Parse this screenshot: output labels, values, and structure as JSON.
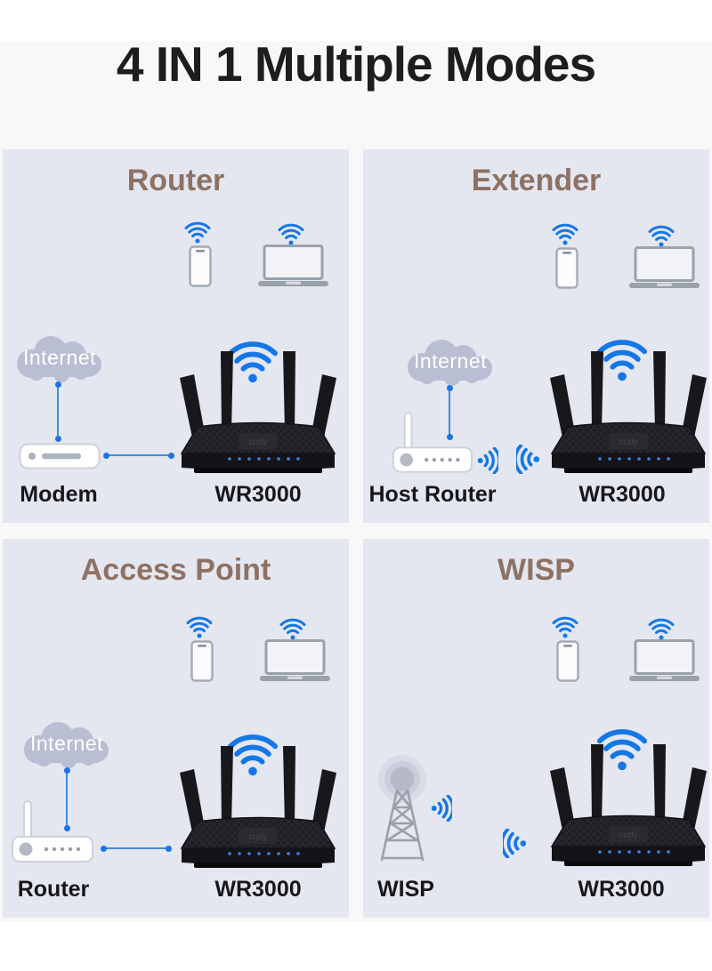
{
  "page": {
    "title": "4 IN 1 Multiple Modes"
  },
  "product": {
    "model": "WR3000",
    "brand_logo": "cudy"
  },
  "panels": [
    {
      "id": "router",
      "title": "Router",
      "cloud_label": "Internet",
      "left_label": "Modem",
      "right_label": "WR3000"
    },
    {
      "id": "extender",
      "title": "Extender",
      "cloud_label": "Internet",
      "left_label": "Host Router",
      "right_label": "WR3000"
    },
    {
      "id": "access-point",
      "title": "Access Point",
      "cloud_label": "Internet",
      "left_label": "Router",
      "right_label": "WR3000"
    },
    {
      "id": "wisp",
      "title": "WISP",
      "left_label": "WISP",
      "right_label": "WR3000"
    }
  ],
  "icons": {
    "wifi-icon": "blue wifi (3 arcs + dot)",
    "smartphone-icon": "outlined smartphone",
    "laptop-icon": "outlined laptop",
    "internet-cloud-icon": "gray cloud",
    "modem-icon": "white modem box with LED and bar",
    "router-device-icon": "white router box with antenna and 5 dots",
    "radio-tower-icon": "gray lattice radio tower with signal head",
    "wireless-signal-right-icon": "blue radiating arcs pointing right",
    "wireless-signal-left-icon": "blue radiating arcs pointing left",
    "link-line": "blue connector line with endpoint dots",
    "wr3000-router-image": "black 4-antenna WiFi router product"
  },
  "colors": {
    "page_bg": "#ffffff",
    "stage_bg": "#f8f8f9",
    "panel_bg": "#e4e6f0",
    "title_black": "#1d1d1f",
    "heading_brown": "#8d7264",
    "label_black": "#17171a",
    "wifi_blue": "#1377e8",
    "line_blue": "#3e8ede",
    "cloud_gray": "#b9bed3",
    "device_gray": "#99a1ab",
    "router_black": "#17171c"
  }
}
